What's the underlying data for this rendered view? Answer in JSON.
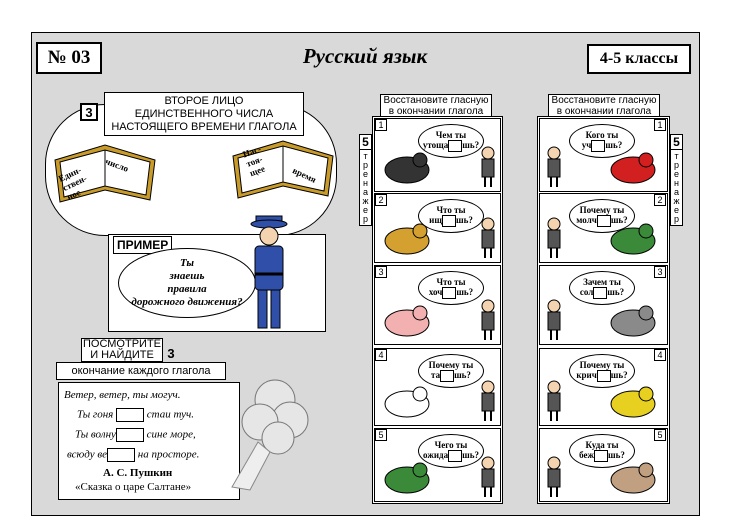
{
  "header": {
    "number": "№ 03",
    "title": "Русский язык",
    "grade": "4-5 классы"
  },
  "topic": {
    "badge": "3",
    "lines": [
      "ВТОРОЕ ЛИЦО",
      "ЕДИНСТВЕННОГО ЧИСЛА",
      "НАСТОЯЩЕГО ВРЕМЕНИ ГЛАГОЛА"
    ]
  },
  "book_left": {
    "a": "Един-",
    "b": "ствен-",
    "c": "ное",
    "d": "число"
  },
  "book_right": {
    "a": "Нас-",
    "b": "тоя-",
    "c": "щее",
    "d": "время"
  },
  "example": {
    "label": "ПРИМЕР",
    "lines": [
      "Ты",
      "знаешь",
      "правила",
      "дорожного движения?"
    ]
  },
  "look": {
    "lines": [
      "ПОСМОТРИТЕ",
      "И НАЙДИТЕ"
    ],
    "badge": "3",
    "sub": "окончание каждого глагола"
  },
  "poem": {
    "line1": "Ветер, ветер, ты могуч.",
    "line2a": "Ты гоня",
    "line2b": "стаи туч.",
    "line3a": "Ты волну",
    "line3b": "сине море,",
    "line4a": "всюду ве",
    "line4b": "на просторе.",
    "author": "А. С. Пушкин",
    "source": "«Сказка о царе Салтане»"
  },
  "left_col": {
    "head": [
      "Восстановите гласную",
      "в окончании глагола"
    ],
    "side_num": "5",
    "side_text": [
      "т",
      "р",
      "е",
      "н",
      "а",
      "ж",
      "е",
      "р"
    ],
    "items": [
      {
        "n": "1",
        "q1": "Чем ты",
        "q2a": "утоща",
        "q2b": "шь?"
      },
      {
        "n": "2",
        "q1": "Что ты",
        "q2a": "ищ",
        "q2b": "шь?"
      },
      {
        "n": "3",
        "q1": "Что ты",
        "q2a": "хоч",
        "q2b": "шь?"
      },
      {
        "n": "4",
        "q1": "Почему ты",
        "q2a": "та",
        "q2b": "шь?"
      },
      {
        "n": "5",
        "q1": "Чего ты",
        "q2a": "ожида",
        "q2b": "шь?"
      }
    ]
  },
  "right_col": {
    "head": [
      "Восстановите гласную",
      "в окончании глагола"
    ],
    "side_num": "5",
    "side_text": [
      "т",
      "р",
      "е",
      "н",
      "а",
      "ж",
      "е",
      "р"
    ],
    "items": [
      {
        "n": "1",
        "q1": "Кого ты",
        "q2a": "уч",
        "q2b": "шь?"
      },
      {
        "n": "2",
        "q1": "Почему ты",
        "q2a": "молч",
        "q2b": "шь?"
      },
      {
        "n": "3",
        "q1": "Зачем ты",
        "q2a": "сол",
        "q2b": "шь?"
      },
      {
        "n": "4",
        "q1": "Почему ты",
        "q2a": "крич",
        "q2b": "шь?"
      },
      {
        "n": "5",
        "q1": "Куда ты",
        "q2a": "беж",
        "q2b": "шь?"
      }
    ]
  },
  "colors": {
    "sheet": "#d9d9d9",
    "book": "#c89b2a",
    "police": "#2f4fa8",
    "apple": "#d22020",
    "turtle": "#3a8a3a",
    "bird": "#e8d020"
  }
}
